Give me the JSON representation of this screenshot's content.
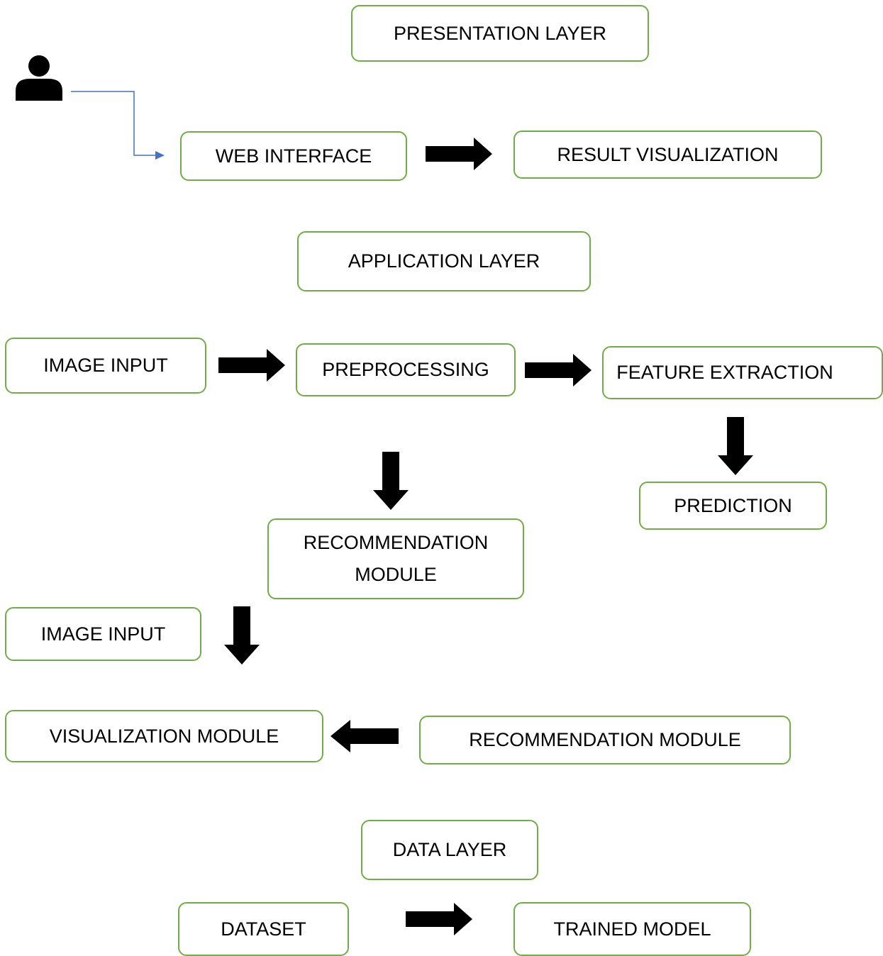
{
  "presentation_layer": {
    "title": "PRESENTATION LAYER",
    "web_interface": "WEB INTERFACE",
    "result_visualization": "RESULT VISUALIZATION"
  },
  "application_layer": {
    "title": "APPLICATION LAYER",
    "image_input_1": "IMAGE INPUT",
    "preprocessing": "PREPROCESSING",
    "feature_extraction": "FEATURE EXTRACTION",
    "prediction": "PREDICTION",
    "recommendation_module_1": "RECOMMENDATION MODULE",
    "image_input_2": "IMAGE INPUT",
    "visualization_module": "VISUALIZATION MODULE",
    "recommendation_module_2": "RECOMMENDATION MODULE"
  },
  "data_layer": {
    "title": "DATA LAYER",
    "dataset": "DATASET",
    "trained_model": "TRAINED MODEL"
  },
  "icons": {
    "user": "user-icon",
    "arrow": "block-arrow-icon"
  },
  "colors": {
    "box_border": "#70ad47",
    "connector": "#4472c4",
    "arrow_fill": "#000000"
  }
}
